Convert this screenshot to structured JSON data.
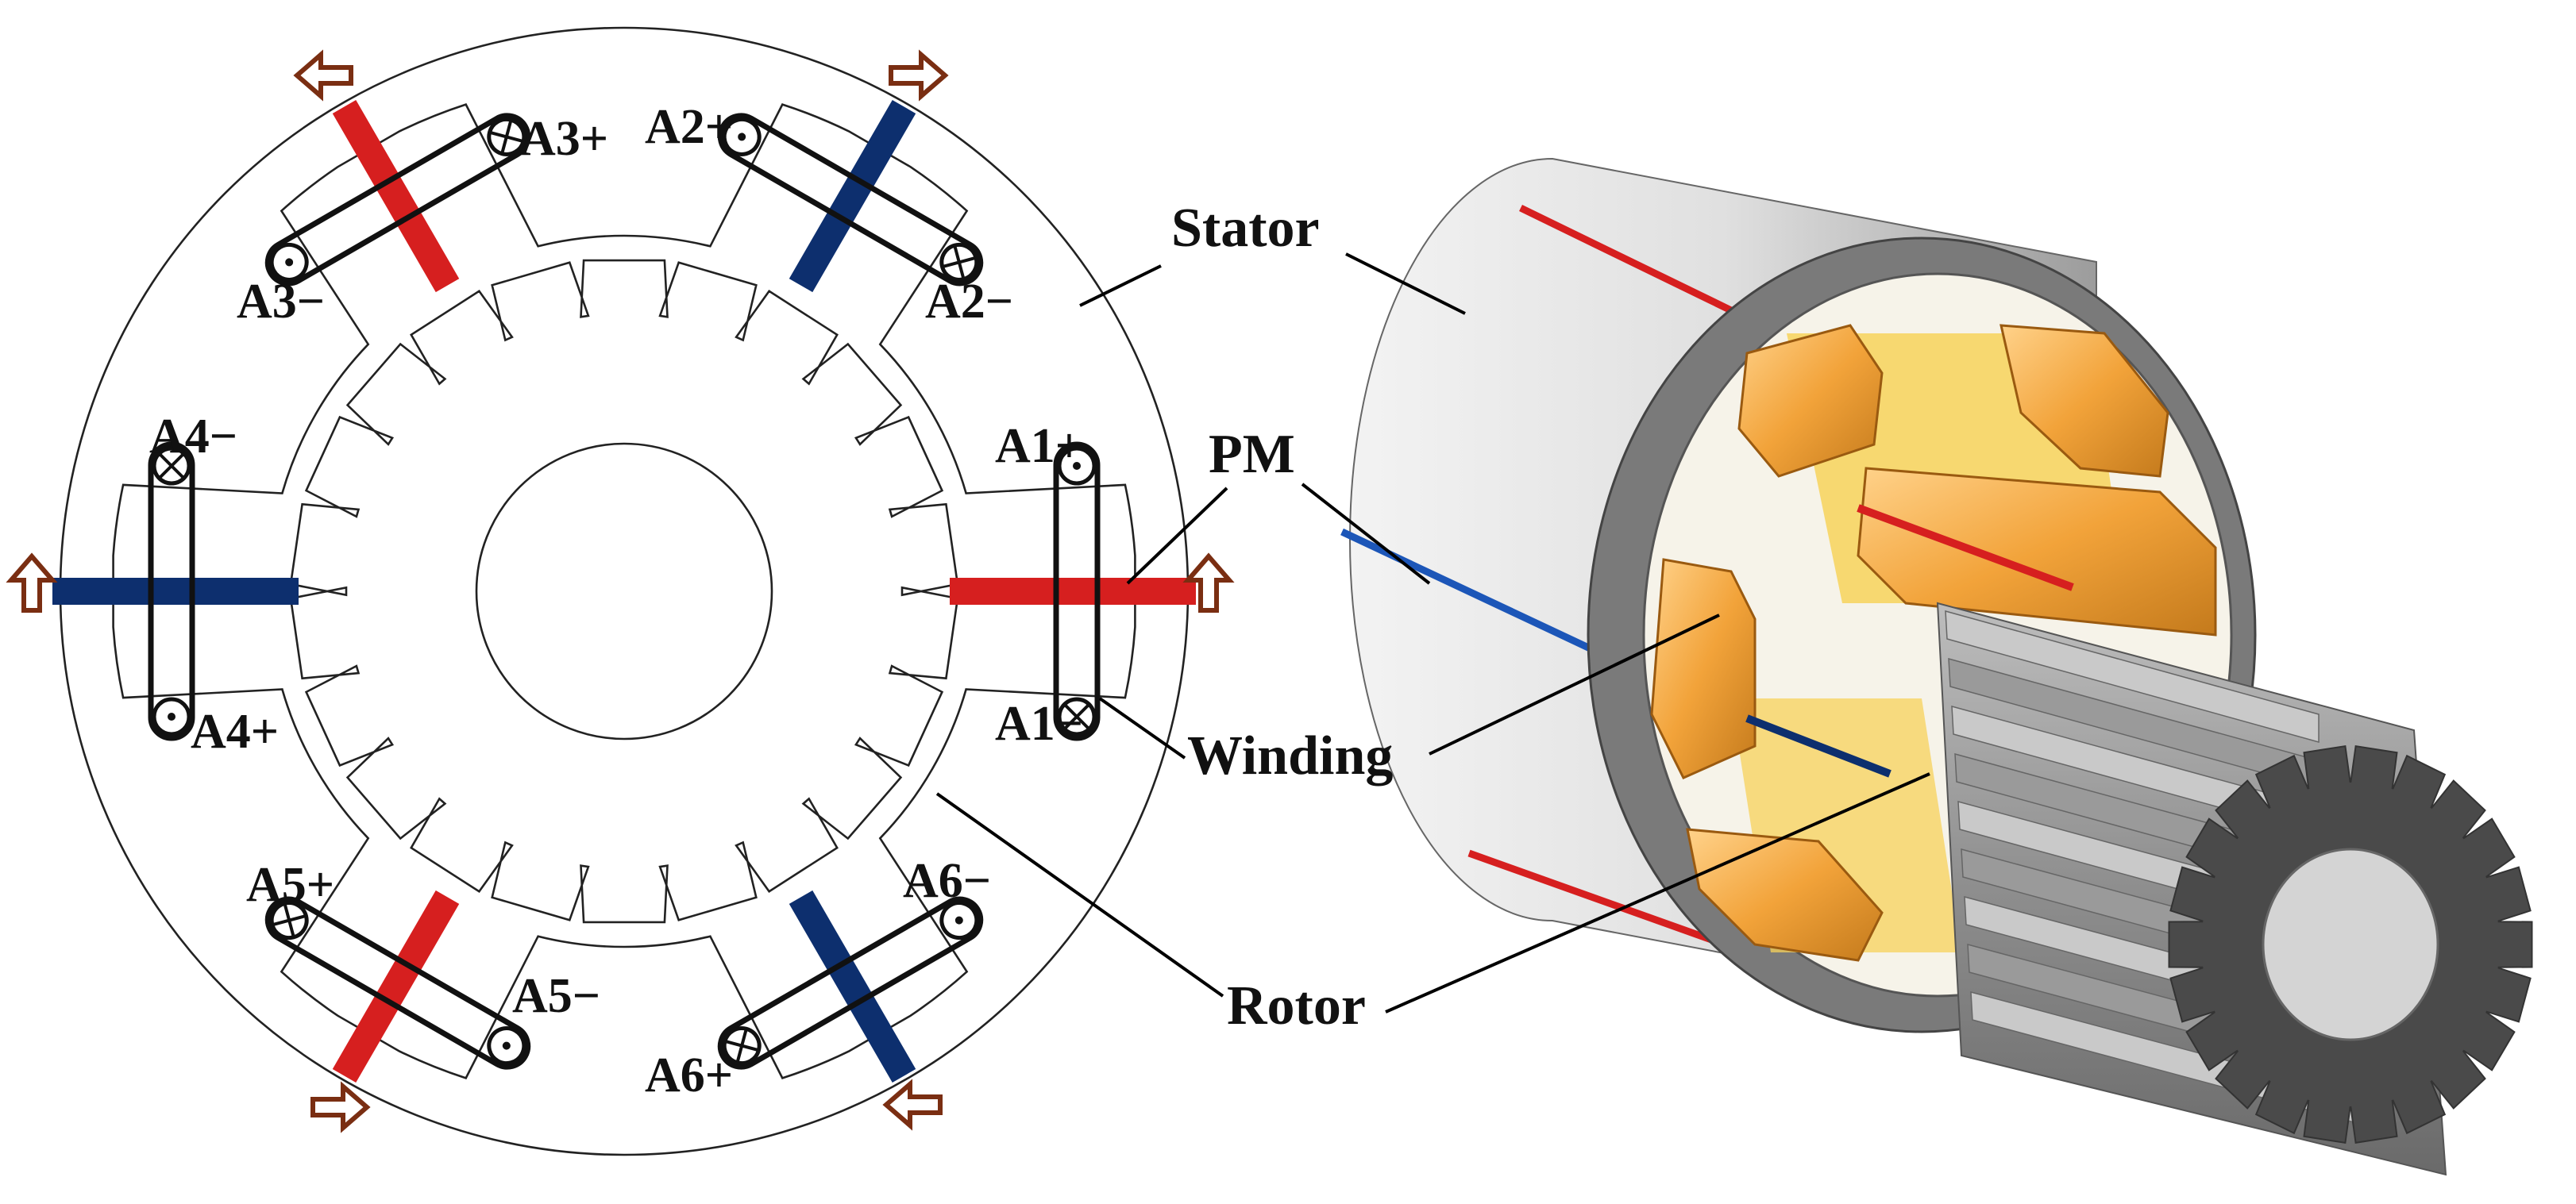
{
  "coil_labels": {
    "a1p": "A1+",
    "a1m": "A1−",
    "a2p": "A2+",
    "a2m": "A2−",
    "a3p": "A3+",
    "a3m": "A3−",
    "a4p": "A4+",
    "a4m": "A4−",
    "a5p": "A5+",
    "a5m": "A5−",
    "a6p": "A6+",
    "a6m": "A6−"
  },
  "part_labels": {
    "stator": "Stator",
    "pm": "PM",
    "winding": "Winding",
    "rotor": "Rotor"
  },
  "colors": {
    "pm_red": "#d61f1f",
    "pm_blue": "#0d2f6e",
    "arrow": "#7a2e12",
    "winding_orange": "#f2a33a",
    "winding_yellow": "#f7d25a",
    "steel_light": "#d9d9d9",
    "steel_dark": "#4a4a4a"
  },
  "magnet_colors": [
    "red",
    "blue",
    "red",
    "blue",
    "red",
    "blue"
  ]
}
